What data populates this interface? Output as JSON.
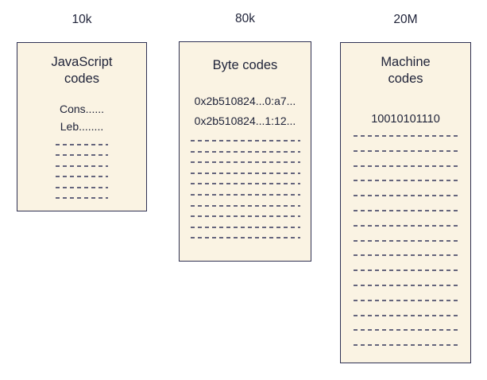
{
  "colors": {
    "background": "#ffffff",
    "box_fill": "#faf3e3",
    "box_border": "#2f3153",
    "text": "#20243a",
    "dash": "#50506e"
  },
  "columns": [
    {
      "label": "10k",
      "heading": "JavaScript\ncodes",
      "lines": [
        "Cons......",
        "Leb........"
      ],
      "dash_count": 6
    },
    {
      "label": "80k",
      "heading": "Byte codes",
      "lines": [
        "0x2b510824...0:a7...",
        "0x2b510824...1:12..."
      ],
      "dash_count": 10
    },
    {
      "label": "20M",
      "heading": "Machine\ncodes",
      "lines": [
        "10010101110"
      ],
      "dash_count": 15
    }
  ]
}
